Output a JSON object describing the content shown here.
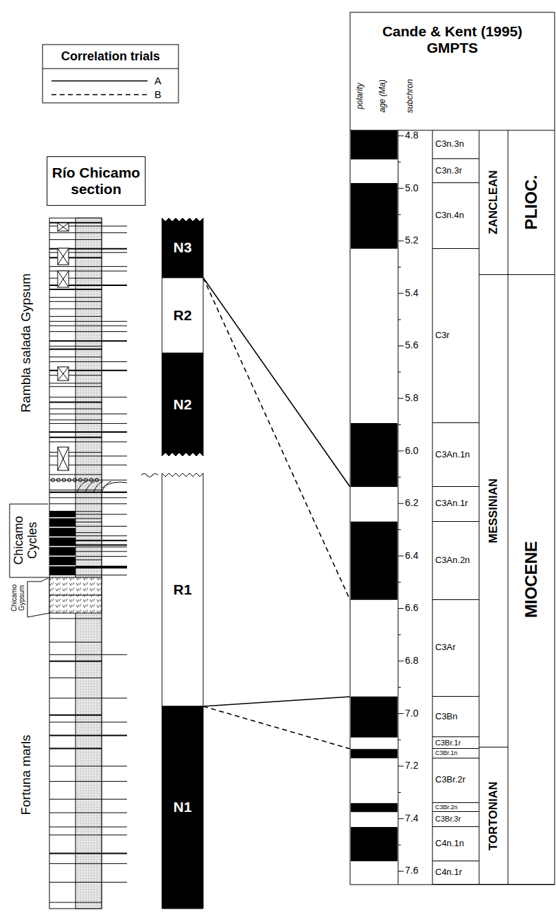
{
  "diagram": {
    "nodes": [
      {
        "text": [
          "Río Chicamo section"
        ]
      },
      {
        "text": [
          "N3"
        ]
      },
      {
        "text": [
          "R2"
        ]
      },
      {
        "text": [
          "N2"
        ]
      },
      {
        "text": [
          "R1"
        ]
      },
      {
        "text": [
          "N1"
        ]
      },
      {
        "text": [
          "Cande & Kent (1995) GMPTS"
        ]
      },
      {
        "text": [
          "C3n.3n"
        ]
      },
      {
        "text": [
          "C3n.3r"
        ]
      },
      {
        "text": [
          "C3n.4n"
        ]
      },
      {
        "text": [
          "C3r"
        ]
      },
      {
        "text": [
          "C3An.1n"
        ]
      },
      {
        "text": [
          "C3An.1r"
        ]
      },
      {
        "text": [
          "C3An.2n"
        ]
      },
      {
        "text": [
          "C3Ar"
        ]
      },
      {
        "text": [
          "C3Bn"
        ]
      },
      {
        "text": [
          "C3Br.1r"
        ]
      },
      {
        "text": [
          "C3Br.1n"
        ]
      },
      {
        "text": [
          "C3Br.2r"
        ]
      },
      {
        "text": [
          "C3Br.2n"
        ]
      },
      {
        "text": [
          "C3Br.3r"
        ]
      },
      {
        "text": [
          "C4n.1n"
        ]
      },
      {
        "text": [
          "C4n.1r"
        ]
      },
      {
        "text": [
          "ZANCLEAN"
        ]
      },
      {
        "text": [
          "MESSINIAN"
        ]
      },
      {
        "text": [
          "TORTONIAN"
        ]
      },
      {
        "text": [
          "PLIOC."
        ]
      },
      {
        "text": [
          "MIOCENE"
        ]
      }
    ],
    "labels": [
      "Correlation trials",
      "Rambla salada Gypsum",
      "Chicamo Cycles",
      "Chicamo Gypsum",
      "Fortuna marls",
      "polarity",
      "age (Ma)",
      "subchron",
      "4.8",
      "5.0",
      "5.2",
      "5.4",
      "5.6",
      "5.8",
      "6.0",
      "6.2",
      "6.4",
      "6.6",
      "6.8",
      "7.0",
      "7.2",
      "7.4",
      "7.6"
    ],
    "legend": [
      {
        "text": "A"
      },
      {
        "text": "B"
      }
    ]
  }
}
